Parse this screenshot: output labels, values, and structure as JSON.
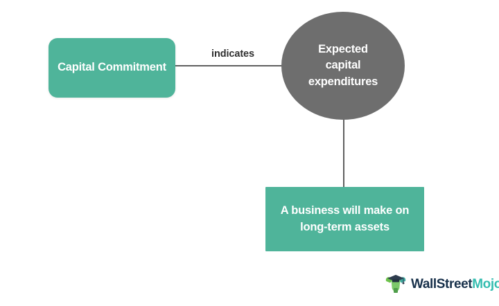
{
  "diagram": {
    "type": "flow-diagram",
    "background_color": "#ffffff",
    "nodes": [
      {
        "id": "capital-commitment",
        "shape": "rounded-rectangle",
        "label": "Capital Commitment",
        "fill_color": "#4FB49A",
        "text_color": "#ffffff"
      },
      {
        "id": "expected-capital-expenditures",
        "shape": "ellipse",
        "label": "Expected capital expenditures",
        "fill_color": "#6E6E6E",
        "text_color": "#ffffff"
      },
      {
        "id": "business-long-term-assets",
        "shape": "rectangle",
        "label": "A business will make on long-term assets",
        "fill_color": "#4FB49A",
        "text_color": "#ffffff"
      }
    ],
    "edges": [
      {
        "id": "edge-indicates",
        "from": "capital-commitment",
        "to": "expected-capital-expenditures",
        "label": "indicates",
        "orientation": "horizontal",
        "line_color": "#5f5f5f"
      },
      {
        "id": "edge-expenditures-to-assets",
        "from": "expected-capital-expenditures",
        "to": "business-long-term-assets",
        "label": "",
        "orientation": "vertical",
        "line_color": "#5f5f5f"
      }
    ]
  },
  "logo": {
    "icon_name": "wallstreetmojo-bull-graduation-cap-icon",
    "text_primary": "WallStreet",
    "text_secondary": "Mojo",
    "color_primary": "#17304a",
    "color_secondary": "#35bdb0"
  }
}
